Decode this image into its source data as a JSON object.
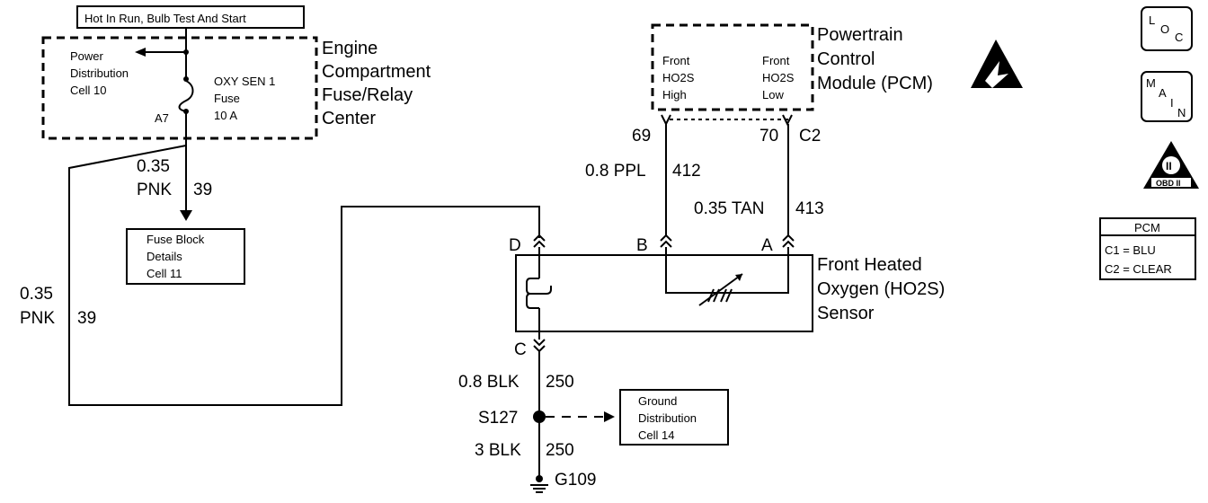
{
  "hot_label": "Hot In Run, Bulb Test And Start",
  "fuse_center": {
    "title": [
      "Engine",
      "Compartment",
      "Fuse/Relay",
      "Center"
    ],
    "power_dist": [
      "Power",
      "Distribution",
      "Cell 10"
    ],
    "fuse_name": [
      "OXY SEN 1",
      "Fuse",
      "10 A"
    ],
    "terminal": "A7"
  },
  "wire_39_upper": {
    "gauge": "0.35",
    "color": "PNK",
    "circuit": "39"
  },
  "wire_39_lower": {
    "gauge": "0.35",
    "color": "PNK",
    "circuit": "39"
  },
  "fuse_block": [
    "Fuse Block",
    "Details",
    "Cell 11"
  ],
  "pcm": {
    "title": [
      "Powertrain",
      "Control",
      "Module (PCM)"
    ],
    "high_label": [
      "Front",
      "HO2S",
      "High"
    ],
    "low_label": [
      "Front",
      "HO2S",
      "Low"
    ],
    "pin_69": "69",
    "pin_70": "70",
    "conn_c2": "C2"
  },
  "wire_412": {
    "label": "0.8 PPL",
    "circuit": "412"
  },
  "wire_413": {
    "label": "0.35 TAN",
    "circuit": "413"
  },
  "sensor": {
    "title": [
      "Front Heated",
      "Oxygen (HO2S)",
      "Sensor"
    ],
    "pin_d": "D",
    "pin_b": "B",
    "pin_a": "A",
    "pin_c": "C"
  },
  "wire_250_upper": {
    "label": "0.8 BLK",
    "circuit": "250"
  },
  "splice": "S127",
  "wire_250_lower": {
    "label": "3 BLK",
    "circuit": "250"
  },
  "ground": "G109",
  "ground_dist": [
    "Ground",
    "Distribution",
    "Cell 14"
  ],
  "side_icons": {
    "loc": [
      "L",
      "O",
      "C"
    ],
    "main": [
      "M",
      "A",
      "I",
      "N"
    ],
    "obd_numeral": "II",
    "obd_text": "OBD II"
  },
  "pcm_legend": {
    "title": "PCM",
    "c1": "C1 = BLU",
    "c2": "C2 = CLEAR"
  }
}
